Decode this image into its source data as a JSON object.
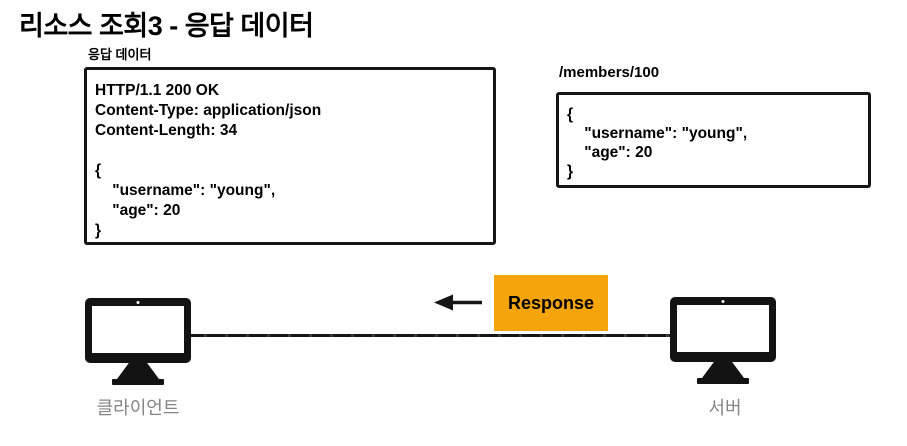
{
  "page": {
    "title": "리소스 조회3 - 응답 데이터"
  },
  "response_panel": {
    "label": "응답 데이터",
    "lines": [
      "HTTP/1.1 200 OK",
      "Content-Type: application/json",
      "Content-Length: 34",
      "",
      "{",
      "    \"username\": \"young\",",
      "    \"age\": 20",
      "}"
    ]
  },
  "resource_panel": {
    "label": "/members/100",
    "lines": [
      "{",
      "    \"username\": \"young\",",
      "    \"age\": 20",
      "}"
    ]
  },
  "flow": {
    "arrow_label": "Response",
    "arrow_direction": "left",
    "client_label": "클라이언트",
    "server_label": "서버"
  },
  "icons": {
    "client": "monitor-icon",
    "server": "monitor-icon",
    "arrow": "arrow-left-icon"
  },
  "colors": {
    "accent_orange": "#F5A50B",
    "node_label_gray": "#858585",
    "ink": "#161616"
  }
}
